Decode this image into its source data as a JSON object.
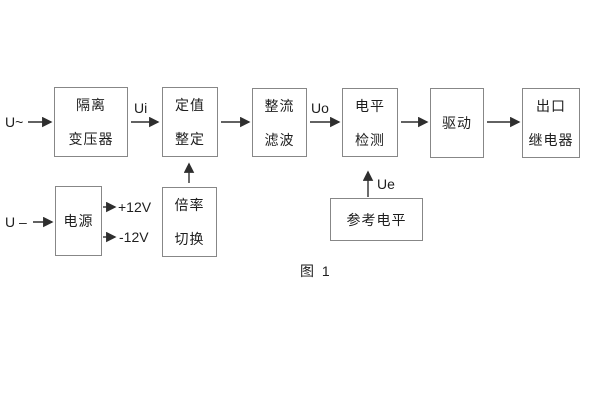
{
  "figure": {
    "caption": "图 1",
    "blocks": {
      "isolation_transformer": {
        "lines": [
          "隔离",
          "变压器"
        ]
      },
      "value_setting": {
        "lines": [
          "定值",
          "整定"
        ]
      },
      "rectifier_filter": {
        "lines": [
          "整流",
          "滤波"
        ]
      },
      "level_detection": {
        "lines": [
          "电平",
          "检测"
        ]
      },
      "driver": {
        "lines": [
          "驱动"
        ]
      },
      "output_relay": {
        "lines": [
          "出口",
          "继电器"
        ]
      },
      "power_supply": {
        "lines": [
          "电源"
        ]
      },
      "ratio_switching": {
        "lines": [
          "倍率",
          "切换"
        ]
      },
      "reference_level": {
        "lines": [
          "参考电平"
        ]
      }
    },
    "signals": {
      "ac_input": "U~",
      "dc_input": "U –",
      "ui": "Ui",
      "uo": "Uo",
      "ue": "Ue",
      "plus_12v": "+12V",
      "minus_12v": "-12V"
    },
    "colors": {
      "background": "#ffffff",
      "box_border": "#878787",
      "text": "#1e1e1e",
      "line": "#2e2e2e"
    }
  }
}
